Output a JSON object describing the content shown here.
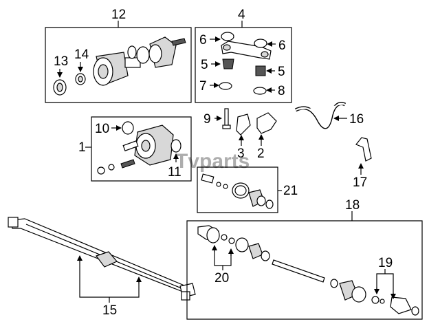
{
  "watermark": "Tvparts",
  "callouts": {
    "c1": "1",
    "c2": "2",
    "c3": "3",
    "c4": "4",
    "c5a": "5",
    "c5b": "5",
    "c6a": "6",
    "c6b": "6",
    "c7": "7",
    "c8": "8",
    "c9": "9",
    "c10": "10",
    "c11": "11",
    "c12": "12",
    "c13": "13",
    "c14": "14",
    "c15": "15",
    "c16": "16",
    "c17": "17",
    "c18": "18",
    "c19": "19",
    "c20": "20",
    "c21": "21"
  }
}
